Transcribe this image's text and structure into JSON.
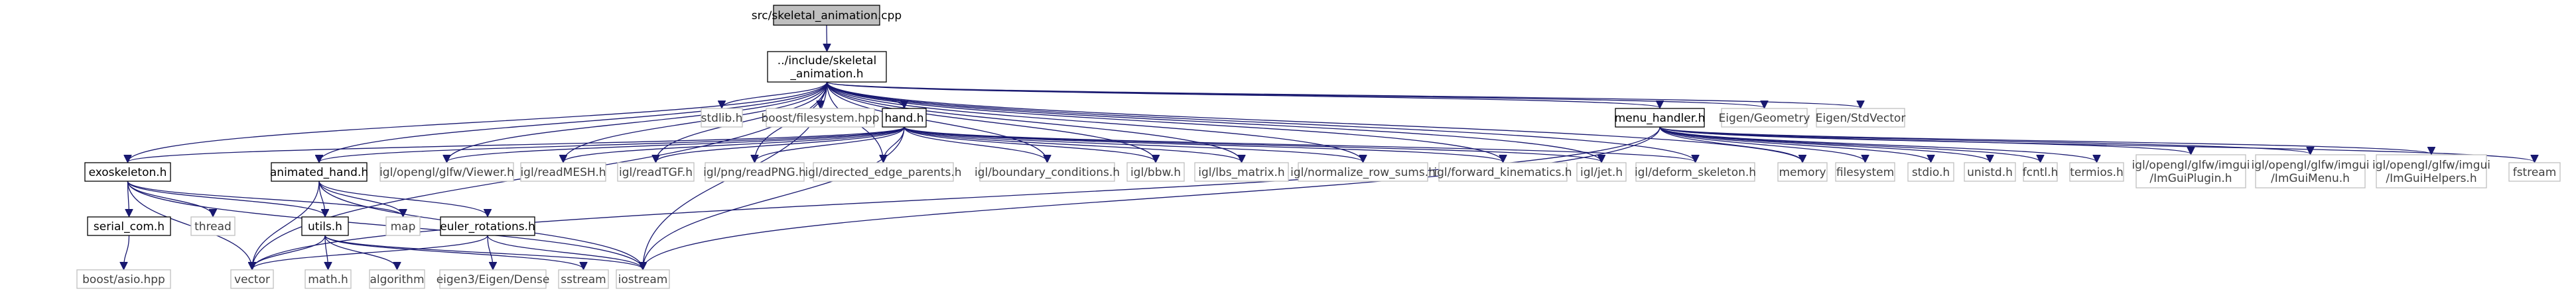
{
  "title": "src/skeletal_animation.cpp",
  "colors": {
    "edge": "#191970",
    "root_fill": "#bfbfbf",
    "file_stroke": "#000000",
    "system_stroke": "#bfbfbf",
    "text_dark": "#000000",
    "text_gray": "#404040"
  },
  "nodes": [
    {
      "id": "root",
      "lines": [
        "src/skeletal_animation.cpp"
      ],
      "kind": "root"
    },
    {
      "id": "sk",
      "lines": [
        "../include/skeletal",
        "_animation.h"
      ],
      "kind": "file"
    },
    {
      "id": "stdlib",
      "lines": [
        "stdlib.h"
      ],
      "kind": "system"
    },
    {
      "id": "boostfs",
      "lines": [
        "boost/filesystem.hpp"
      ],
      "kind": "system"
    },
    {
      "id": "hand",
      "lines": [
        "hand.h"
      ],
      "kind": "file"
    },
    {
      "id": "menu",
      "lines": [
        "menu_handler.h"
      ],
      "kind": "file"
    },
    {
      "id": "eigeom",
      "lines": [
        "Eigen/Geometry"
      ],
      "kind": "system"
    },
    {
      "id": "eigstd",
      "lines": [
        "Eigen/StdVector"
      ],
      "kind": "system"
    },
    {
      "id": "exo",
      "lines": [
        "exoskeleton.h"
      ],
      "kind": "file"
    },
    {
      "id": "anim",
      "lines": [
        "animated_hand.h"
      ],
      "kind": "file"
    },
    {
      "id": "viewer",
      "lines": [
        "igl/opengl/glfw/Viewer.h"
      ],
      "kind": "system"
    },
    {
      "id": "readmesh",
      "lines": [
        "igl/readMESH.h"
      ],
      "kind": "system"
    },
    {
      "id": "readtgf",
      "lines": [
        "igl/readTGF.h"
      ],
      "kind": "system"
    },
    {
      "id": "readpng",
      "lines": [
        "igl/png/readPNG.h"
      ],
      "kind": "system"
    },
    {
      "id": "dirpar",
      "lines": [
        "igl/directed_edge_parents.h"
      ],
      "kind": "system"
    },
    {
      "id": "bound",
      "lines": [
        "igl/boundary_conditions.h"
      ],
      "kind": "system"
    },
    {
      "id": "bbw",
      "lines": [
        "igl/bbw.h"
      ],
      "kind": "system"
    },
    {
      "id": "lbs",
      "lines": [
        "igl/lbs_matrix.h"
      ],
      "kind": "system"
    },
    {
      "id": "normsum",
      "lines": [
        "igl/normalize_row_sums.h"
      ],
      "kind": "system"
    },
    {
      "id": "fwdkin",
      "lines": [
        "igl/forward_kinematics.h"
      ],
      "kind": "system"
    },
    {
      "id": "jet",
      "lines": [
        "igl/jet.h"
      ],
      "kind": "system"
    },
    {
      "id": "deform",
      "lines": [
        "igl/deform_skeleton.h"
      ],
      "kind": "system"
    },
    {
      "id": "memory",
      "lines": [
        "memory"
      ],
      "kind": "system"
    },
    {
      "id": "filesystem",
      "lines": [
        "filesystem"
      ],
      "kind": "system"
    },
    {
      "id": "stdio",
      "lines": [
        "stdio.h"
      ],
      "kind": "system"
    },
    {
      "id": "unistd",
      "lines": [
        "unistd.h"
      ],
      "kind": "system"
    },
    {
      "id": "fcntl",
      "lines": [
        "fcntl.h"
      ],
      "kind": "system"
    },
    {
      "id": "termios",
      "lines": [
        "termios.h"
      ],
      "kind": "system"
    },
    {
      "id": "imgplugin",
      "lines": [
        "igl/opengl/glfw/imgui",
        "/ImGuiPlugin.h"
      ],
      "kind": "system"
    },
    {
      "id": "imgmenu",
      "lines": [
        "igl/opengl/glfw/imgui",
        "/ImGuiMenu.h"
      ],
      "kind": "system"
    },
    {
      "id": "imghelp",
      "lines": [
        "igl/opengl/glfw/imgui",
        "/ImGuiHelpers.h"
      ],
      "kind": "system"
    },
    {
      "id": "fstream",
      "lines": [
        "fstream"
      ],
      "kind": "system"
    },
    {
      "id": "serial",
      "lines": [
        "serial_com.h"
      ],
      "kind": "file"
    },
    {
      "id": "thread",
      "lines": [
        "thread"
      ],
      "kind": "system"
    },
    {
      "id": "utils",
      "lines": [
        "utils.h"
      ],
      "kind": "file"
    },
    {
      "id": "map",
      "lines": [
        "map"
      ],
      "kind": "system"
    },
    {
      "id": "euler",
      "lines": [
        "euler_rotations.h"
      ],
      "kind": "file"
    },
    {
      "id": "boostasio",
      "lines": [
        "boost/asio.hpp"
      ],
      "kind": "system"
    },
    {
      "id": "vector",
      "lines": [
        "vector"
      ],
      "kind": "system"
    },
    {
      "id": "math",
      "lines": [
        "math.h"
      ],
      "kind": "system"
    },
    {
      "id": "algorithm",
      "lines": [
        "algorithm"
      ],
      "kind": "system"
    },
    {
      "id": "eigdense",
      "lines": [
        "eigen3/Eigen/Dense"
      ],
      "kind": "system"
    },
    {
      "id": "sstream",
      "lines": [
        "sstream"
      ],
      "kind": "system"
    },
    {
      "id": "iostream",
      "lines": [
        "iostream"
      ],
      "kind": "system"
    }
  ],
  "edges": [
    [
      "root",
      "sk"
    ],
    [
      "sk",
      "stdlib"
    ],
    [
      "sk",
      "boostfs"
    ],
    [
      "sk",
      "hand"
    ],
    [
      "sk",
      "menu"
    ],
    [
      "sk",
      "eigeom"
    ],
    [
      "sk",
      "eigstd"
    ],
    [
      "sk",
      "exo"
    ],
    [
      "sk",
      "anim"
    ],
    [
      "sk",
      "viewer"
    ],
    [
      "sk",
      "readmesh"
    ],
    [
      "sk",
      "readtgf"
    ],
    [
      "sk",
      "readpng"
    ],
    [
      "sk",
      "dirpar"
    ],
    [
      "sk",
      "bound"
    ],
    [
      "sk",
      "bbw"
    ],
    [
      "sk",
      "lbs"
    ],
    [
      "sk",
      "normsum"
    ],
    [
      "sk",
      "fwdkin"
    ],
    [
      "sk",
      "jet"
    ],
    [
      "sk",
      "deform"
    ],
    [
      "sk",
      "memory"
    ],
    [
      "sk",
      "iostream"
    ],
    [
      "sk",
      "vector"
    ],
    [
      "hand",
      "exo"
    ],
    [
      "hand",
      "anim"
    ],
    [
      "hand",
      "viewer"
    ],
    [
      "hand",
      "readmesh"
    ],
    [
      "hand",
      "readtgf"
    ],
    [
      "hand",
      "readpng"
    ],
    [
      "hand",
      "dirpar"
    ],
    [
      "hand",
      "bound"
    ],
    [
      "hand",
      "bbw"
    ],
    [
      "hand",
      "lbs"
    ],
    [
      "hand",
      "normsum"
    ],
    [
      "hand",
      "fwdkin"
    ],
    [
      "hand",
      "jet"
    ],
    [
      "hand",
      "deform"
    ],
    [
      "hand",
      "iostream"
    ],
    [
      "menu",
      "memory"
    ],
    [
      "menu",
      "filesystem"
    ],
    [
      "menu",
      "stdio"
    ],
    [
      "menu",
      "unistd"
    ],
    [
      "menu",
      "fcntl"
    ],
    [
      "menu",
      "termios"
    ],
    [
      "menu",
      "imgplugin"
    ],
    [
      "menu",
      "imgmenu"
    ],
    [
      "menu",
      "imghelp"
    ],
    [
      "menu",
      "fstream"
    ],
    [
      "menu",
      "iostream"
    ],
    [
      "menu",
      "vector"
    ],
    [
      "exo",
      "serial"
    ],
    [
      "exo",
      "thread"
    ],
    [
      "exo",
      "utils"
    ],
    [
      "exo",
      "map"
    ],
    [
      "exo",
      "vector"
    ],
    [
      "exo",
      "iostream"
    ],
    [
      "anim",
      "utils"
    ],
    [
      "anim",
      "map"
    ],
    [
      "anim",
      "euler"
    ],
    [
      "anim",
      "vector"
    ],
    [
      "anim",
      "iostream"
    ],
    [
      "serial",
      "boostasio"
    ],
    [
      "utils",
      "vector"
    ],
    [
      "utils",
      "math"
    ],
    [
      "utils",
      "algorithm"
    ],
    [
      "utils",
      "sstream"
    ],
    [
      "utils",
      "iostream"
    ],
    [
      "euler",
      "eigdense"
    ],
    [
      "euler",
      "vector"
    ],
    [
      "euler",
      "iostream"
    ]
  ]
}
